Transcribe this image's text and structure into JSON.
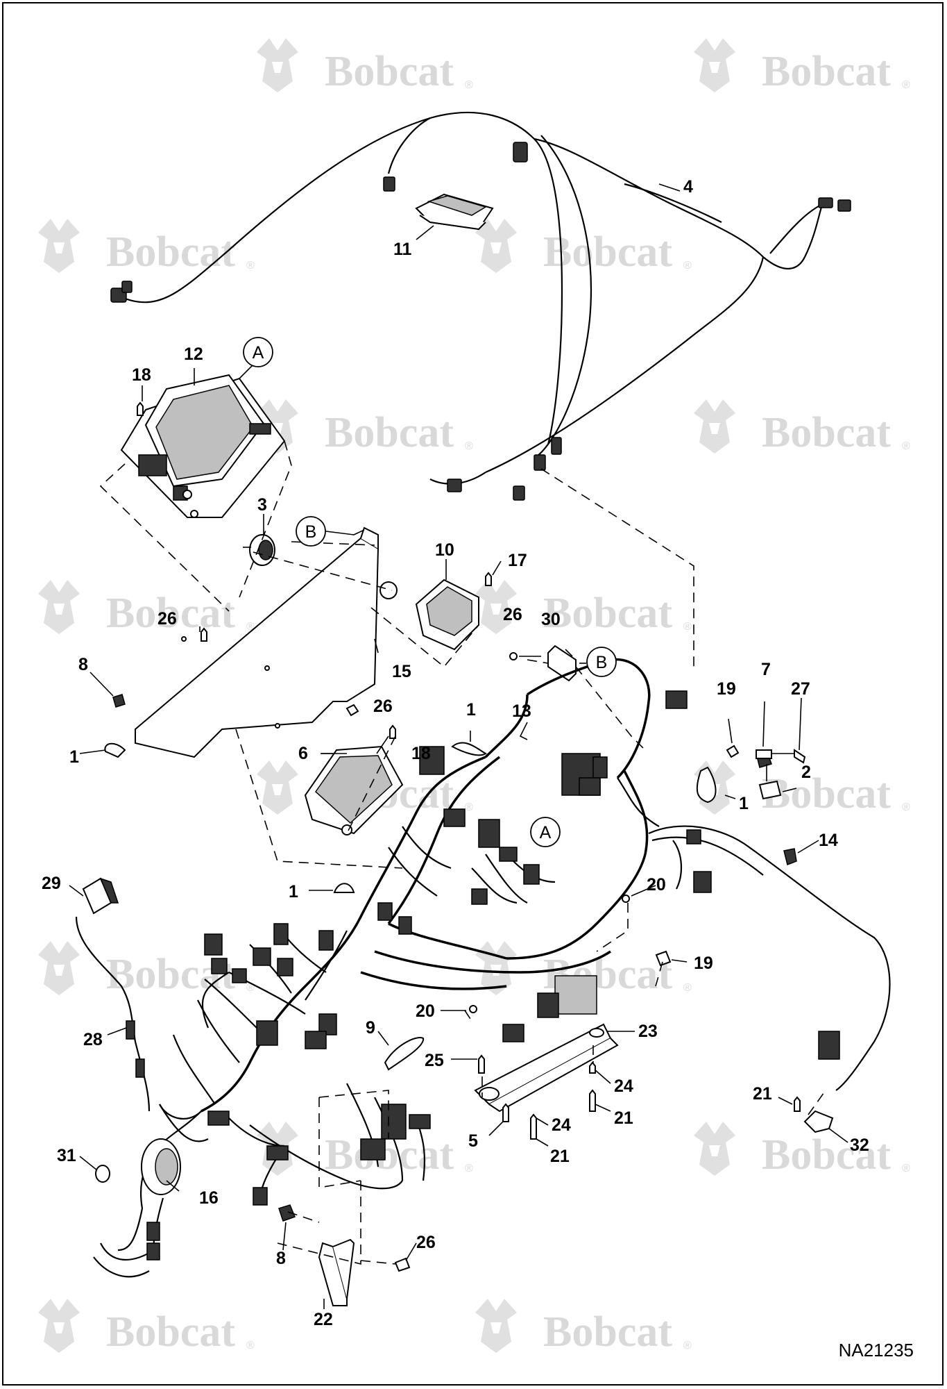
{
  "watermark": {
    "brand": "Bobcat",
    "reg": "®"
  },
  "drawing_number": "NA21235",
  "circle_labels": {
    "a": "A",
    "b": "B"
  },
  "callouts": {
    "c1": "1",
    "c2": "2",
    "c3": "3",
    "c4": "4",
    "c5": "5",
    "c6": "6",
    "c7": "7",
    "c8": "8",
    "c9": "9",
    "c10": "10",
    "c11": "11",
    "c12": "12",
    "c13": "13",
    "c14": "14",
    "c15": "15",
    "c16": "16",
    "c17": "17",
    "c18": "18",
    "c19": "19",
    "c20": "20",
    "c21": "21",
    "c22": "22",
    "c23": "23",
    "c24": "24",
    "c25": "25",
    "c26": "26",
    "c27": "27",
    "c28": "28",
    "c29": "29",
    "c30": "30",
    "c31": "31",
    "c32": "32"
  }
}
